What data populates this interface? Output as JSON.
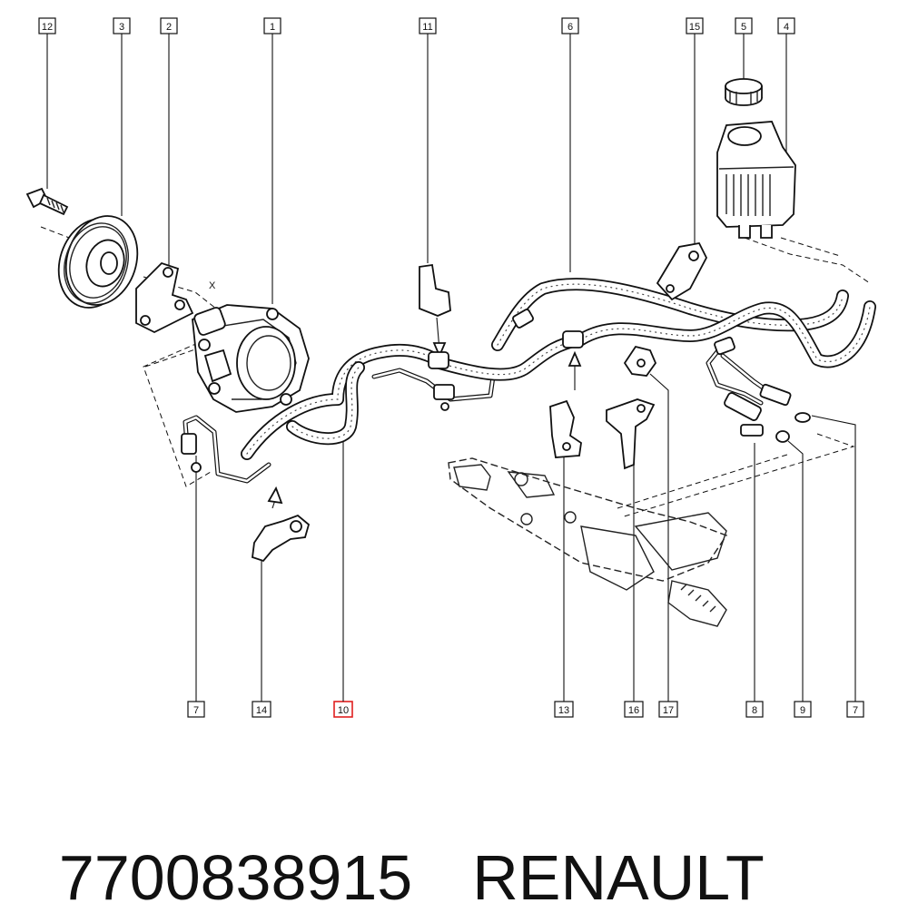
{
  "callouts_top": [
    "12",
    "3",
    "2",
    "1",
    "11",
    "6",
    "15",
    "5",
    "4"
  ],
  "callouts_bottom": [
    "7",
    "14",
    "10",
    "13",
    "16",
    "17",
    "8",
    "9",
    "7"
  ],
  "highlighted_callout": "10",
  "axis_mark": "X",
  "caption": {
    "part_number": "7700838915",
    "brand": "RENAULT"
  }
}
